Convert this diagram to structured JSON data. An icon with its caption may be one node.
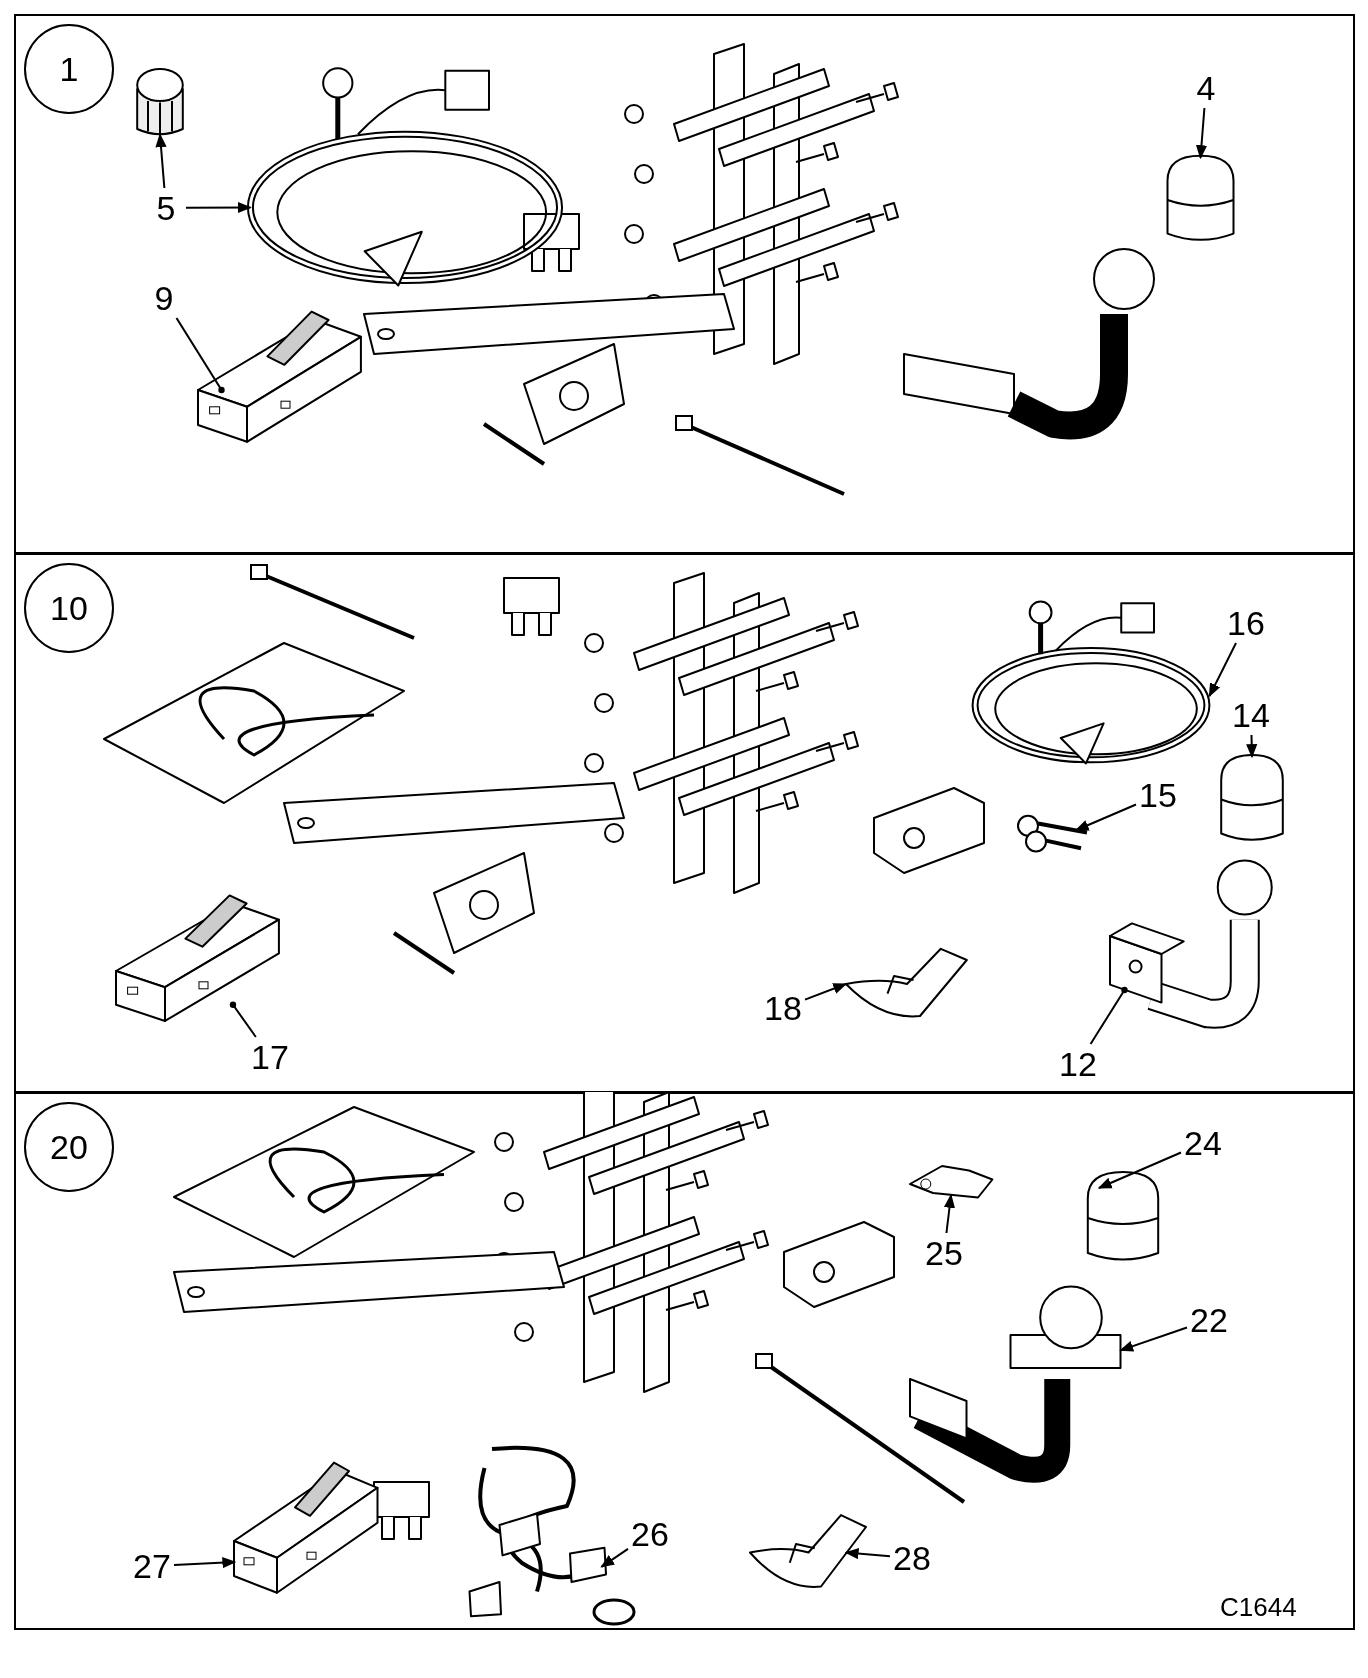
{
  "diagram": {
    "nodes": [
      {
        "text": [],
        "shape": "box"
      },
      {
        "text": [
          "1"
        ],
        "in": 0
      },
      {
        "text": [
          "5"
        ],
        "in": 0
      },
      {
        "text": [],
        "shape": "picture",
        "in": 0
      },
      {
        "text": [],
        "shape": "picture",
        "in": 0
      },
      {
        "text": [
          "4"
        ],
        "in": 0
      },
      {
        "text": [],
        "shape": "picture",
        "in": 0
      },
      {
        "text": [
          "9"
        ],
        "in": 0
      },
      {
        "text": [],
        "shape": "picture",
        "in": 0
      },
      {
        "text": [],
        "shape": "box"
      },
      {
        "text": [
          "10"
        ],
        "in": 9
      },
      {
        "text": [
          "16"
        ],
        "in": 9
      },
      {
        "text": [],
        "shape": "picture",
        "in": 9
      },
      {
        "text": [
          "14"
        ],
        "in": 9
      },
      {
        "text": [],
        "shape": "picture",
        "in": 9
      },
      {
        "text": [
          "15"
        ],
        "in": 9
      },
      {
        "text": [],
        "shape": "picture",
        "in": 9
      },
      {
        "text": [
          "18"
        ],
        "in": 9
      },
      {
        "text": [],
        "shape": "picture",
        "in": 9
      },
      {
        "text": [
          "12"
        ],
        "in": 9
      },
      {
        "text": [],
        "shape": "picture",
        "in": 9
      },
      {
        "text": [
          "17"
        ],
        "in": 9
      },
      {
        "text": [],
        "shape": "picture",
        "in": 9
      },
      {
        "text": [],
        "shape": "box"
      },
      {
        "text": [
          "20"
        ],
        "in": 23
      },
      {
        "text": [
          "24"
        ],
        "in": 23
      },
      {
        "text": [],
        "shape": "picture",
        "in": 23
      },
      {
        "text": [
          "25"
        ],
        "in": 23
      },
      {
        "text": [],
        "shape": "picture",
        "in": 23
      },
      {
        "text": [
          "22"
        ],
        "in": 23
      },
      {
        "text": [],
        "shape": "picture",
        "in": 23
      },
      {
        "text": [
          "26"
        ],
        "in": 23
      },
      {
        "text": [],
        "shape": "picture",
        "in": 23
      },
      {
        "text": [
          "27"
        ],
        "in": 23
      },
      {
        "text": [],
        "shape": "picture",
        "in": 23
      },
      {
        "text": [
          "28"
        ],
        "in": 23
      },
      {
        "text": [],
        "shape": "picture",
        "in": 23
      }
    ],
    "edges": [
      {
        "from": 2,
        "to": 3,
        "arrow": "to"
      },
      {
        "from": 2,
        "to": 4,
        "arrow": "to"
      },
      {
        "from": 5,
        "to": 6,
        "arrow": "to"
      },
      {
        "from": 7,
        "to": 8,
        "arrow": "other"
      },
      {
        "from": 11,
        "to": 12,
        "arrow": "to"
      },
      {
        "from": 13,
        "to": 14,
        "arrow": "to"
      },
      {
        "from": 15,
        "to": 16,
        "arrow": "to"
      },
      {
        "from": 17,
        "to": 18,
        "arrow": "to"
      },
      {
        "from": 19,
        "to": 20,
        "arrow": "other"
      },
      {
        "from": 21,
        "to": 22,
        "arrow": "other"
      },
      {
        "from": 25,
        "to": 26,
        "arrow": "to"
      },
      {
        "from": 27,
        "to": 28,
        "arrow": "to"
      },
      {
        "from": 29,
        "to": 30,
        "arrow": "to"
      },
      {
        "from": 31,
        "to": 32,
        "arrow": "to"
      },
      {
        "from": 33,
        "to": 34,
        "arrow": "to"
      },
      {
        "from": 35,
        "to": 36,
        "arrow": "to"
      }
    ],
    "labels": [
      "C1644"
    ]
  }
}
